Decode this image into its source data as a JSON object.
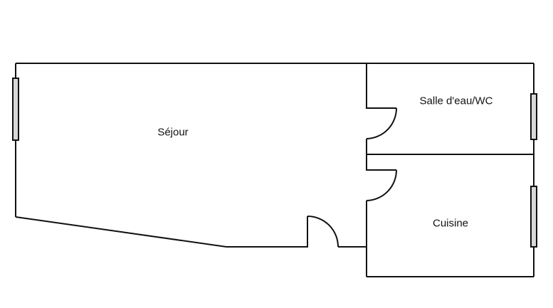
{
  "plan": {
    "rooms": [
      {
        "name": "Séjour"
      },
      {
        "name": "Salle d'eau/WC"
      },
      {
        "name": "Cuisine"
      }
    ],
    "colors": {
      "wall": "#111111",
      "window_fill": "#d8d8d8"
    }
  }
}
